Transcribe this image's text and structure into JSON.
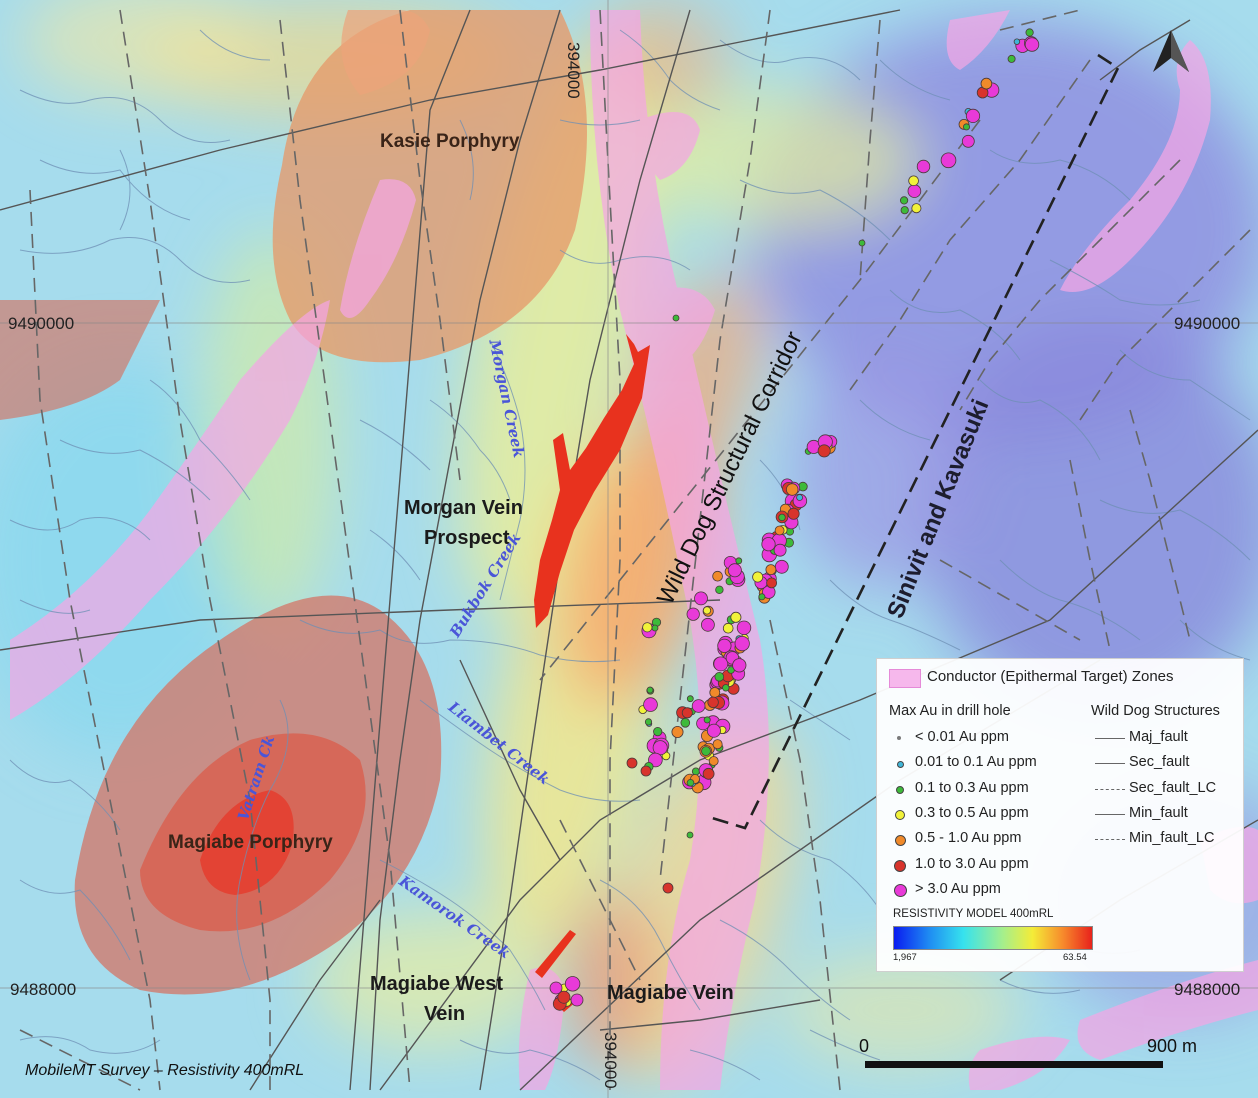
{
  "map": {
    "coords": {
      "e394000_top": "394000",
      "e394000_bottom": "394000",
      "n9490000_left": "9490000",
      "n9490000_right": "9490000",
      "n9488000_left": "9488000",
      "n9488000_right": "9488000"
    },
    "places": {
      "kasie": "Kasie Porphyry",
      "morgan_vein_line1": "Morgan Vein",
      "morgan_vein_line2": "Prospect",
      "magiabe_porphyry": "Magiabe Porphyry",
      "magiabe_west_line1": "Magiabe West",
      "magiabe_west_line2": "Vein",
      "magiabe_vein": "Magiabe Vein"
    },
    "creeks": {
      "morgan": "Morgan Creek",
      "bukbok": "Bukbok Creek",
      "liambet": "Liambet Creek",
      "vatram": "Vatram Ck",
      "kamorok": "Kamorok Creek"
    },
    "structures": {
      "wild_dog_corridor": "Wild Dog Structural Corridor",
      "sinivit": "Sinivit and Kavasuki"
    },
    "survey_caption": "MobileMT Survey – Resistivity 400mRL",
    "scale": {
      "start": "0",
      "end": "900 m"
    },
    "north_arrow_icon": "north-arrow-icon"
  },
  "legend": {
    "conductor_label": "Conductor (Epithermal Target) Zones",
    "conductor_color": "#f6b8ec",
    "au_title": "Max Au in drill hole",
    "au_classes": [
      {
        "label": "< 0.01 Au ppm",
        "color": "#7a7a7a"
      },
      {
        "label": "0.01 to 0.1 Au ppm",
        "color": "#3fb6d8"
      },
      {
        "label": "0.1 to 0.3 Au ppm",
        "color": "#3dba3a"
      },
      {
        "label": "0.3 to 0.5 Au ppm",
        "color": "#f1f23a"
      },
      {
        "label": "0.5 - 1.0 Au ppm",
        "color": "#f08a2a"
      },
      {
        "label": "1.0 to 3.0 Au ppm",
        "color": "#d8342c"
      },
      {
        "label": "> 3.0 Au ppm",
        "color": "#e83ad8"
      }
    ],
    "struct_title": "Wild Dog Structures",
    "struct_items": [
      "Maj_fault",
      "Sec_fault",
      "Sec_fault_LC",
      "Min_fault",
      "Min_fault_LC"
    ],
    "resistivity_title": "RESISTIVITY MODEL 400mRL",
    "resistivity_min": "1,967",
    "resistivity_max": "63.54"
  }
}
